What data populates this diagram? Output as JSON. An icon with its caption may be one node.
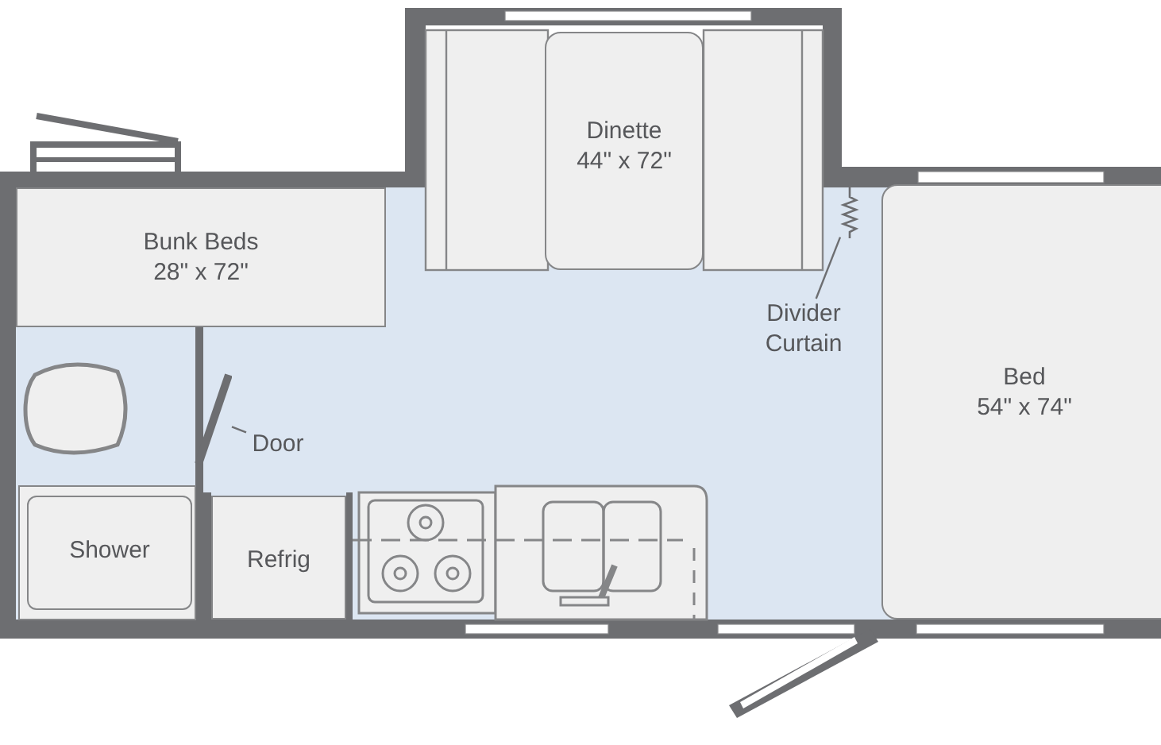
{
  "diagram": {
    "nodes": [
      {
        "text": [
          "Bunk Beds",
          "28\" x 72\""
        ]
      },
      {
        "text": [
          "Dinette",
          "44\" x 72\""
        ]
      },
      {
        "text": [
          "Divider Curtain"
        ]
      },
      {
        "text": [],
        "shape": "picture"
      },
      {
        "text": [
          "Bed",
          "54\" x 74\""
        ]
      },
      {
        "text": [
          "Door"
        ]
      },
      {
        "text": [],
        "shape": "bar"
      },
      {
        "text": [
          "Shower"
        ]
      },
      {
        "text": [
          "Refrig"
        ]
      }
    ],
    "edges": [
      {
        "from": 2,
        "to": 3,
        "arrow": "none"
      },
      {
        "from": 5,
        "to": 6,
        "arrow": "none"
      }
    ]
  }
}
